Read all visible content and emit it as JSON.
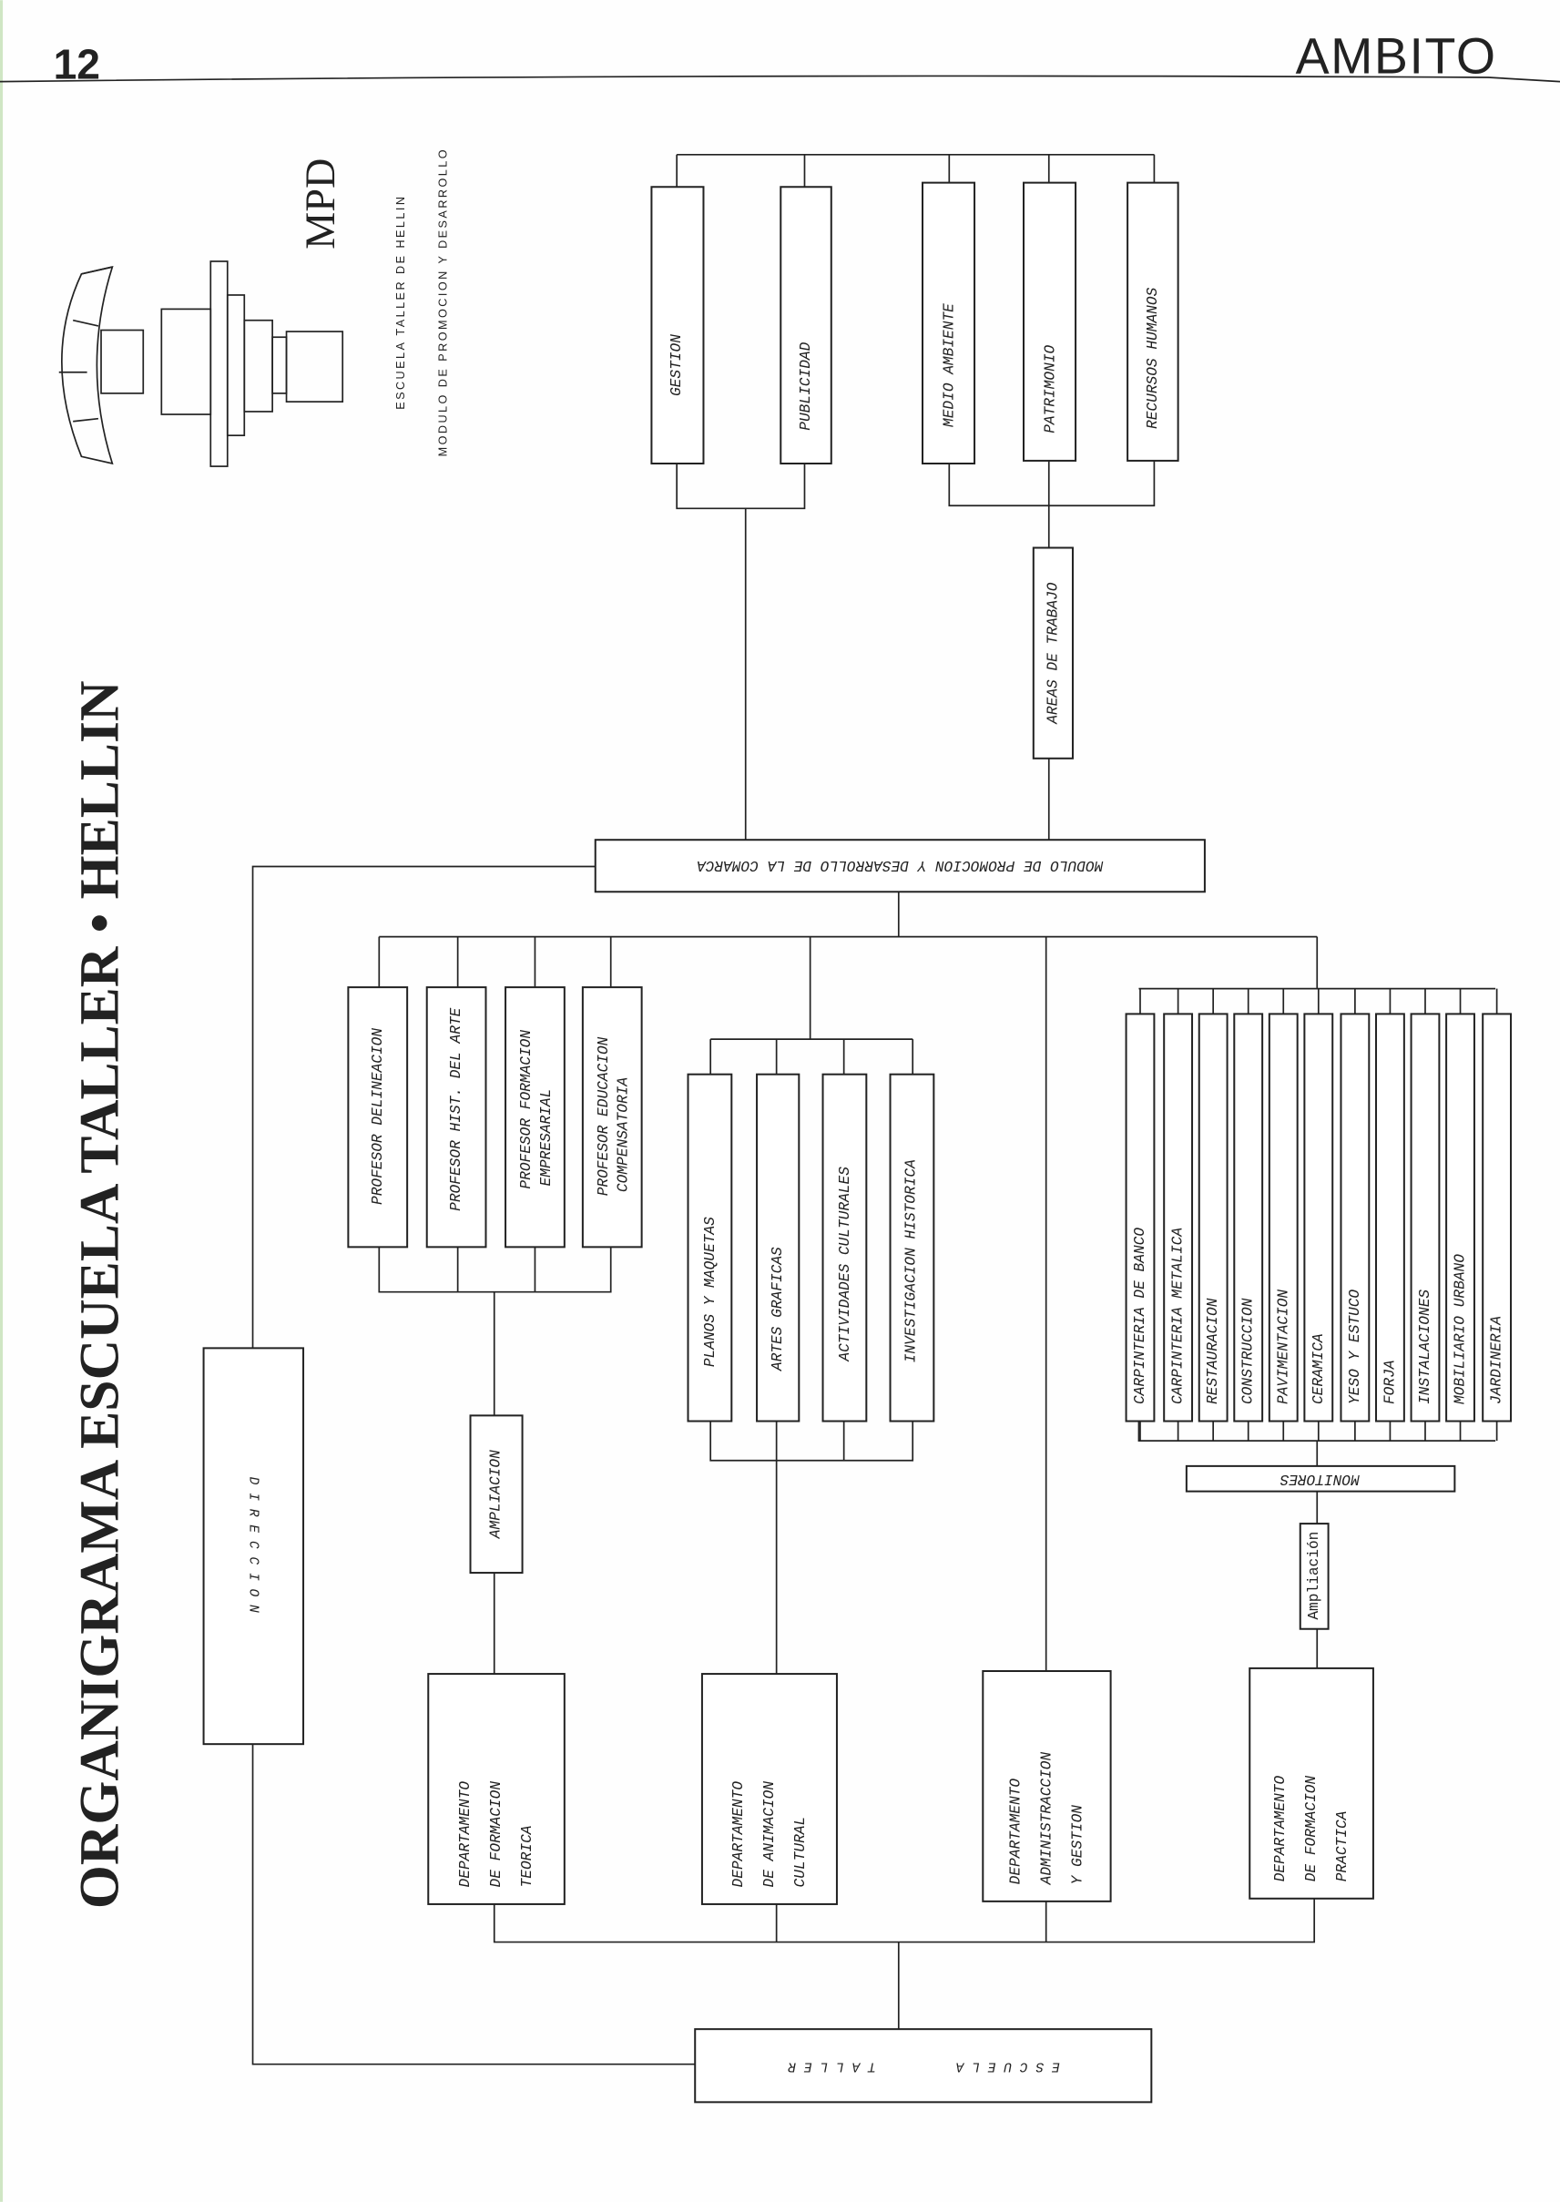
{
  "header": {
    "page_number": "12",
    "section": "AMBITO"
  },
  "logo": {
    "monogram": "MPD",
    "line1": "ESCUELA TALLER DE HELLIN",
    "line2": "MODULO DE PROMOCION Y DESARROLLO"
  },
  "title": "ORGANIGRAMA ESCUELA TALLER • HELLIN",
  "top_units": [
    "GESTION",
    "PUBLICIDAD",
    "MEDIO AMBIENTE",
    "PATRIMONIO",
    "RECURSOS HUMANOS"
  ],
  "areas": "AREAS DE TRABAJO",
  "modulo": "MODULO DE PROMOCION Y DESARROLLO DE LA COMARCA",
  "direccion": "D I R E C C I O N",
  "escuela": "E S C U E L A          T A L L E R",
  "profesores": [
    [
      "PROFESOR DELINEACION"
    ],
    [
      "PROFESOR HIST. DEL ARTE"
    ],
    [
      "PROFESOR FORMACION",
      "EMPRESARIAL"
    ],
    [
      "PROFESOR EDUCACION",
      "COMPENSATORIA"
    ]
  ],
  "animacion_units": [
    "PLANOS Y MAQUETAS",
    "ARTES GRAFICAS",
    "ACTIVIDADES CULTURALES",
    "INVESTIGACION HISTORICA"
  ],
  "oficios": [
    "CARPINTERIA DE BANCO",
    "CARPINTERIA METALICA",
    "RESTAURACION",
    "CONSTRUCCION",
    "PAVIMENTACION",
    "CERAMICA",
    "YESO Y ESTUCO",
    "FORJA",
    "INSTALACIONES",
    "MOBILIARIO URBANO",
    "JARDINERIA"
  ],
  "ampliacion_teorica": "AMPLIACION",
  "monitores": "MONITORES",
  "ampliacion_practica": "Ampliación",
  "departamentos": [
    [
      "DEPARTAMENTO",
      "DE FORMACION",
      "TEORICA"
    ],
    [
      "DEPARTAMENTO",
      "DE ANIMACION",
      "CULTURAL"
    ],
    [
      "DEPARTAMENTO",
      "ADMINISTRACCION",
      "Y GESTION"
    ],
    [
      "DEPARTAMENTO",
      "DE FORMACION",
      "PRACTICA"
    ]
  ]
}
